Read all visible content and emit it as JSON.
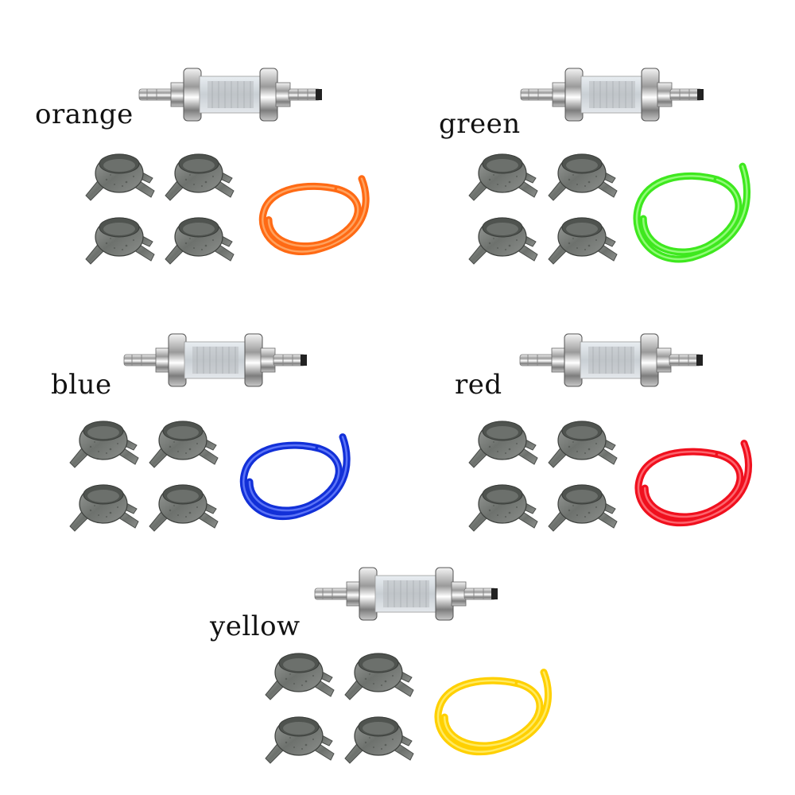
{
  "kits": [
    {
      "id": "orange",
      "label": "orange",
      "tube_color": "#ff6a14",
      "tube_highlight": "#ffb070"
    },
    {
      "id": "green",
      "label": "green",
      "tube_color": "#3ee81e",
      "tube_highlight": "#a6ff8e"
    },
    {
      "id": "blue",
      "label": "blue",
      "tube_color": "#1230d8",
      "tube_highlight": "#6f86ff"
    },
    {
      "id": "red",
      "label": "red",
      "tube_color": "#f0101e",
      "tube_highlight": "#ff7a82"
    },
    {
      "id": "yellow",
      "label": "yellow",
      "tube_color": "#ffd000",
      "tube_highlight": "#fff07a"
    }
  ]
}
